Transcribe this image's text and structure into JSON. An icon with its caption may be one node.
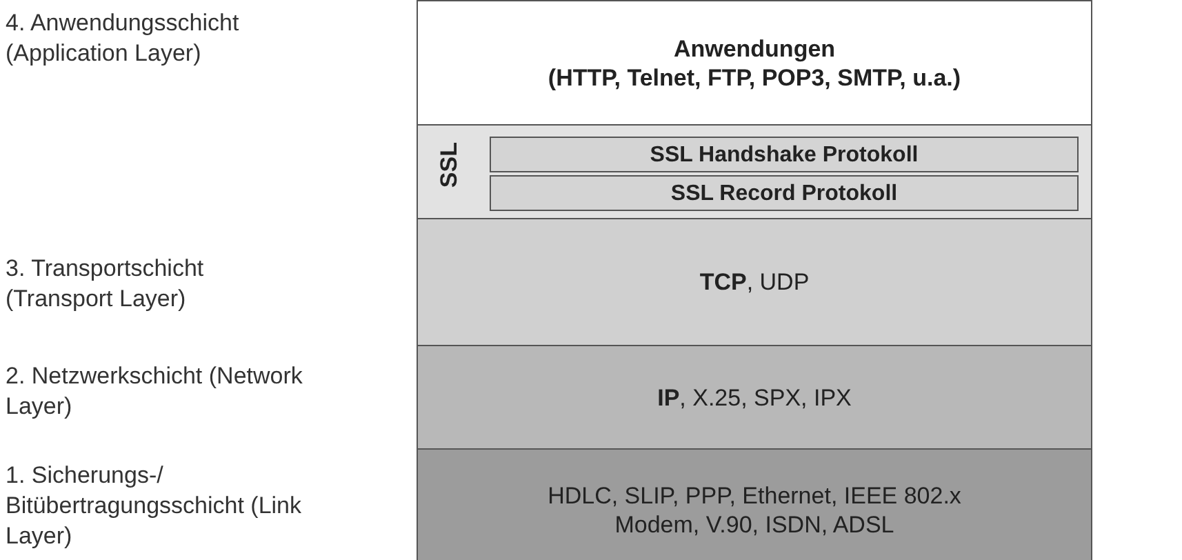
{
  "diagram": {
    "nodes": [
      {
        "text": [
          "Anwendungen",
          "(HTTP, Telnet, FTP, POP3, SMTP, u.a.)"
        ]
      },
      {
        "text": [
          "SSL"
        ]
      },
      {
        "text": [
          "SSL Handshake Protokoll"
        ],
        "in": 1
      },
      {
        "text": [
          "SSL Record Protokoll"
        ],
        "in": 1
      },
      {
        "text": [
          "**TCP**, UDP"
        ]
      },
      {
        "text": [
          "**IP**, X.25, SPX, IPX"
        ]
      },
      {
        "text": [
          "HDLC, SLIP, PPP, Ethernet, IEEE 802.x",
          "Modem, V.90, ISDN, ADSL"
        ]
      }
    ],
    "edges": [],
    "labels": [
      "4. Anwendungsschicht (Application Layer)",
      "3. Transportschicht (Transport Layer)",
      "2. Netzwerkschicht (Network Layer)",
      "1. Sicherungs-/ Bitübertragungsschicht (Link Layer)"
    ]
  }
}
